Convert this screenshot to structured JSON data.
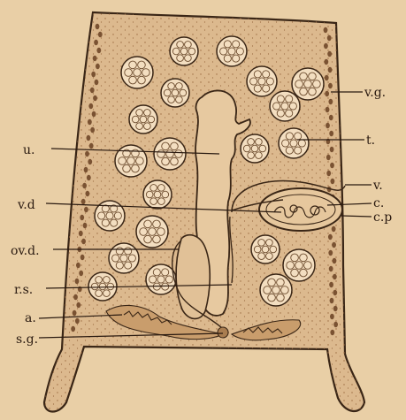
{
  "figure": {
    "labels": {
      "u": "u.",
      "vd": "v.d",
      "ovd": "ov.d.",
      "rs": "r.s.",
      "a": "a.",
      "sg": "s.g.",
      "vg": "v.g.",
      "t": "t.",
      "v": "v.",
      "c": "c.",
      "cp": "c.p"
    }
  },
  "colors": {
    "paper": "#e9cfa6",
    "body_fill": "#dcb98e",
    "ink": "#3a2616",
    "follicle": "#f3dec0"
  }
}
